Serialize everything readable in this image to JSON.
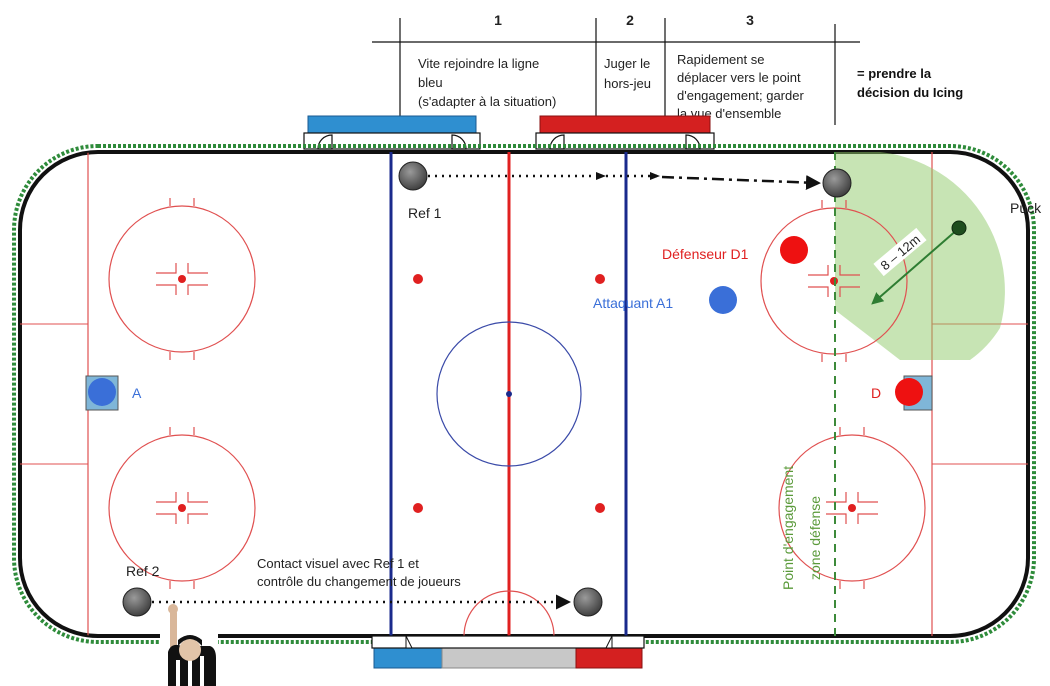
{
  "phases": [
    {
      "number": "1",
      "text_lines": [
        "Vite rejoindre la ligne",
        "bleu",
        "(s'adapter à la situation)"
      ]
    },
    {
      "number": "2",
      "text_lines": [
        "Juger le",
        "hors-jeu"
      ]
    },
    {
      "number": "3",
      "text_lines": [
        "Rapidement se",
        "déplacer vers le point",
        "d'engagement; garder",
        "la vue d'ensemble"
      ]
    }
  ],
  "legend": {
    "line1": "= prendre la",
    "line2": "décision du Icing"
  },
  "labels": {
    "puck": "Puck",
    "ref1": "Ref 1",
    "ref2": "Ref 2",
    "defender": "Défenseur D1",
    "attacker": "Attaquant A1",
    "goalie_a": "A",
    "goalie_d": "D",
    "distance": "8 – 12m",
    "faceoff_line1": "Point d'engagement",
    "faceoff_line2": "zone défense",
    "ref2_note_line1": "Contact visuel avec Ref 1 et",
    "ref2_note_line2": "contrôle du changement de joueurs"
  },
  "colors": {
    "board": "#111111",
    "outer_board": "#2e8b3a",
    "red_line": "#e02020",
    "blue_line": "#1a2a8c",
    "circle": "#e05050",
    "bench_blue": "#2f8fd0",
    "bench_red": "#d42020",
    "player_red": "#ee1111",
    "player_blue": "#3a6fd8",
    "referee": "#555555",
    "zone_green": "#8fc96a",
    "faceoff_text": "#5a9a3a",
    "attacker_text": "#3a6fd8",
    "defender_text": "#e02020"
  }
}
